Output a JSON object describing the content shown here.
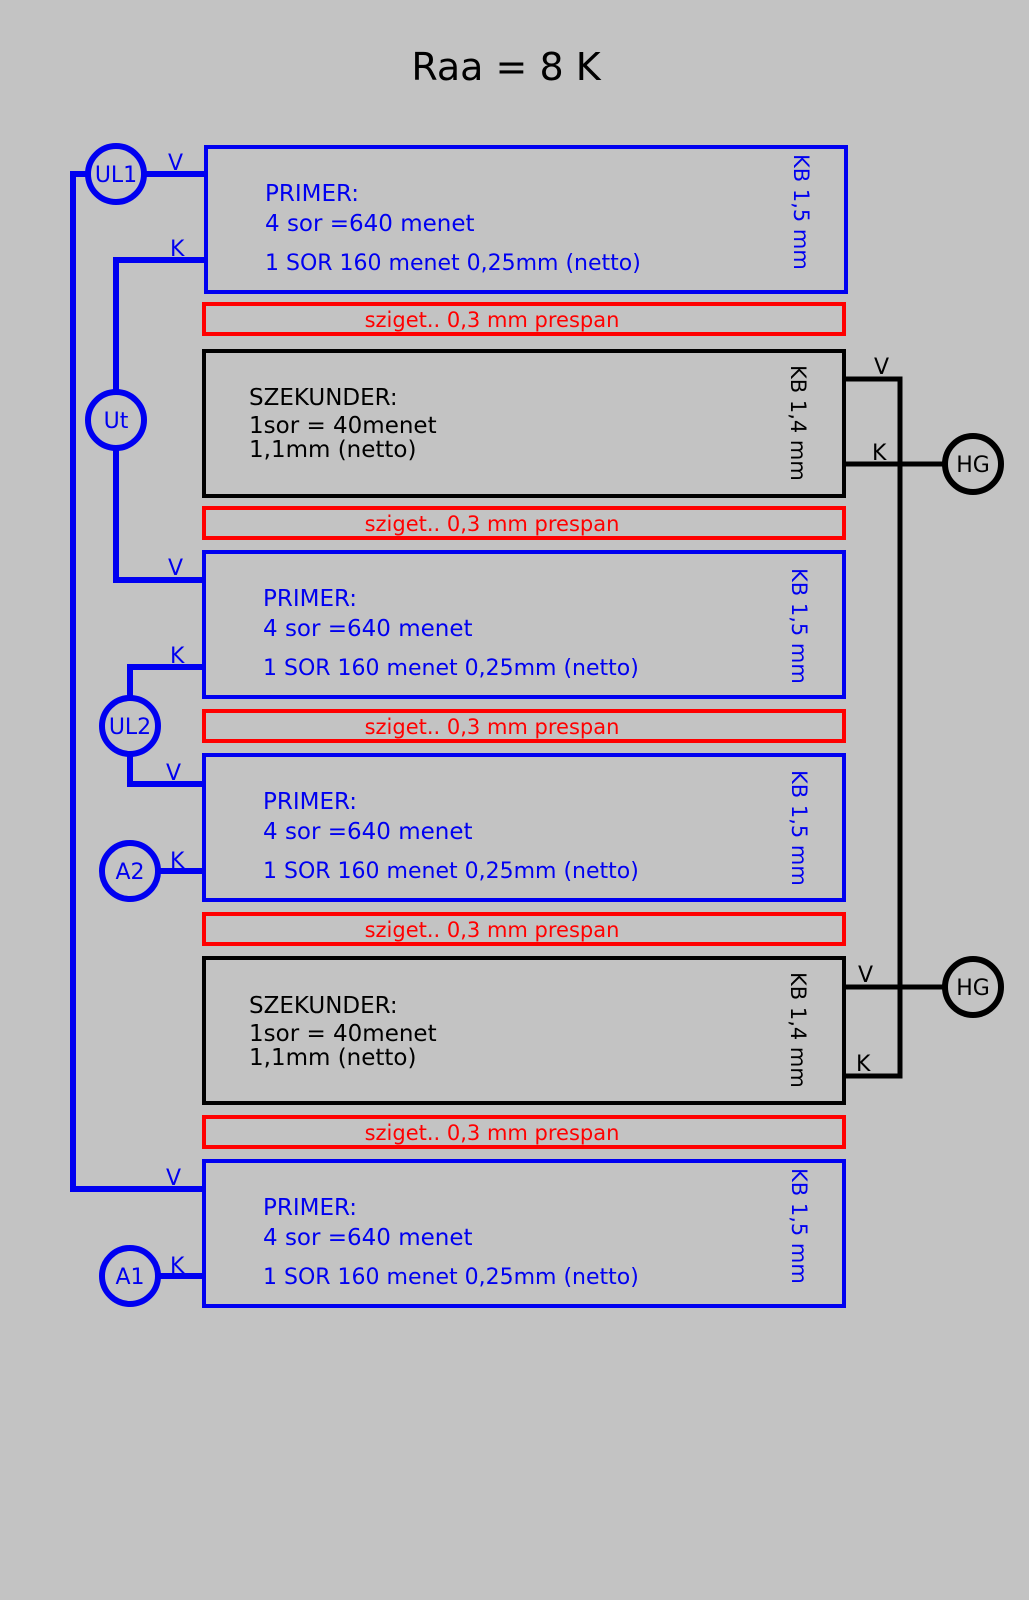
{
  "title": "Raa = 8 K",
  "colors": {
    "background": "#c3c3c3",
    "primary": "#0000f0",
    "secondary": "#000000",
    "insulation": "#ff0000"
  },
  "windings": [
    {
      "id": "P1",
      "type": "primary",
      "heading": "PRIMER:",
      "line1": "4 sor =640 menet",
      "line2": "1 SOR 160 menet 0,25mm (netto)",
      "wire": "KB 1,5 mm"
    },
    {
      "id": "S1",
      "type": "secondary",
      "heading": "SZEKUNDER:",
      "line1": "1sor = 40menet",
      "line2": "1,1mm (netto)",
      "wire": "KB 1,4 mm"
    },
    {
      "id": "P2",
      "type": "primary",
      "heading": "PRIMER:",
      "line1": "4 sor =640 menet",
      "line2": "1 SOR 160 menet 0,25mm (netto)",
      "wire": "KB 1,5 mm"
    },
    {
      "id": "P3",
      "type": "primary",
      "heading": "PRIMER:",
      "line1": "4 sor =640 menet",
      "line2": "1 SOR 160 menet 0,25mm (netto)",
      "wire": "KB 1,5 mm"
    },
    {
      "id": "S2",
      "type": "secondary",
      "heading": "SZEKUNDER:",
      "line1": "1sor = 40menet",
      "line2": "1,1mm (netto)",
      "wire": "KB 1,4 mm"
    },
    {
      "id": "P4",
      "type": "primary",
      "heading": "PRIMER:",
      "line1": "4 sor =640 menet",
      "line2": "1 SOR 160 menet 0,25mm (netto)",
      "wire": "KB 1,5 mm"
    }
  ],
  "insulation": [
    "sziget.. 0,3 mm prespan",
    "sziget.. 0,3 mm prespan",
    "sziget.. 0,3 mm prespan",
    "sziget.. 0,3 mm prespan",
    "sziget.. 0,3 mm prespan"
  ],
  "terminals": {
    "start": "V",
    "end": "K"
  },
  "nodes": {
    "UL1": "UL1",
    "Ut": "Ut",
    "UL2": "UL2",
    "A2": "A2",
    "A1": "A1",
    "HG1": "HG",
    "HG2": "HG"
  }
}
